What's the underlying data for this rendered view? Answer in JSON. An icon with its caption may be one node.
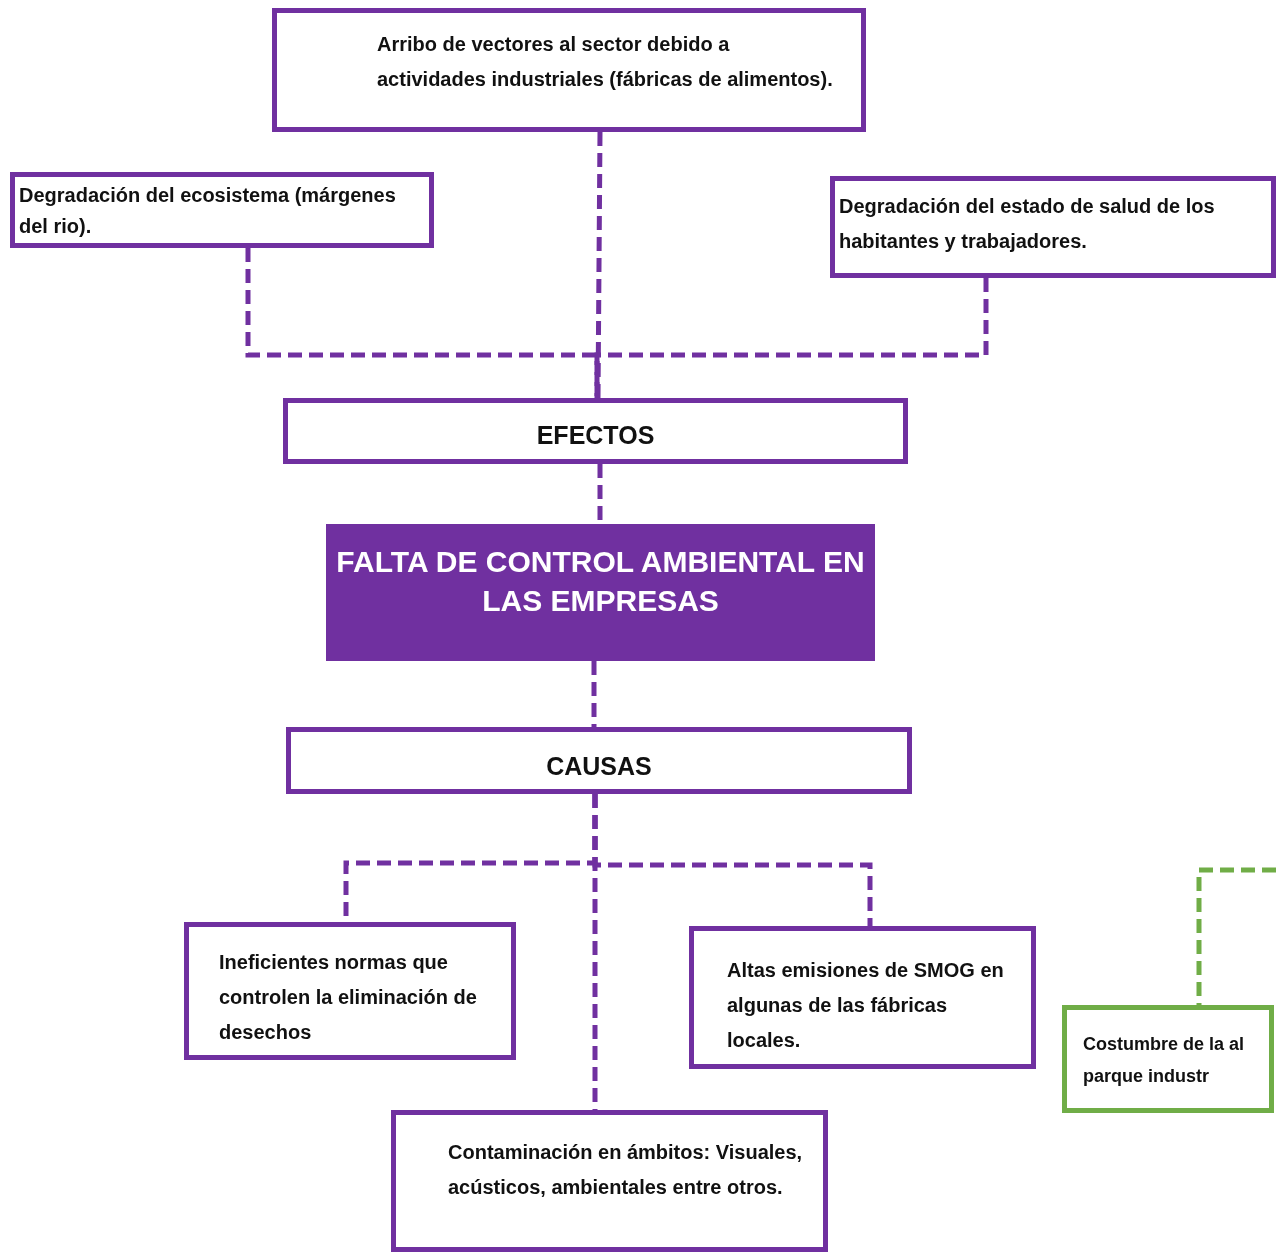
{
  "diagram": {
    "nodes": [
      {
        "text": [
          "Arribo de vectores al sector debido a actividades industriales (fábricas de alimentos)."
        ]
      },
      {
        "text": [
          "Degradación del ecosistema (márgenes del rio)."
        ]
      },
      {
        "text": [
          "Degradación del estado de salud de los habitantes y trabajadores."
        ]
      },
      {
        "text": [
          "EFECTOS"
        ]
      },
      {
        "text": [
          "FALTA DE CONTROL AMBIENTAL EN LAS EMPRESAS"
        ]
      },
      {
        "text": [
          "CAUSAS"
        ]
      },
      {
        "text": [
          "Ineficientes normas que controlen la eliminación de desechos"
        ]
      },
      {
        "text": [
          "Altas emisiones de SMOG en algunas de las fábricas locales."
        ]
      },
      {
        "text": [
          "Contaminación en ámbitos: Visuales, acústicos, ambientales entre otros."
        ]
      },
      {
        "text": [
          "Costumbre de la al parque industr"
        ]
      }
    ],
    "edges": [
      {
        "from": 0,
        "to": 3,
        "arrow": "none",
        "style": "dashed"
      },
      {
        "from": 1,
        "to": 3,
        "arrow": "none",
        "style": "dashed"
      },
      {
        "from": 2,
        "to": 3,
        "arrow": "none",
        "style": "dashed"
      },
      {
        "from": 3,
        "to": 4,
        "arrow": "none",
        "style": "dashed"
      },
      {
        "from": 4,
        "to": 5,
        "arrow": "none",
        "style": "dashed"
      },
      {
        "from": 5,
        "to": 6,
        "arrow": "none",
        "style": "dashed"
      },
      {
        "from": 5,
        "to": 7,
        "arrow": "none",
        "style": "dashed"
      },
      {
        "from": 5,
        "to": 8,
        "arrow": "none",
        "style": "dashed"
      },
      {
        "from": null,
        "to": 9,
        "arrow": "none",
        "style": "dashed",
        "color": "#70ad47"
      }
    ]
  }
}
